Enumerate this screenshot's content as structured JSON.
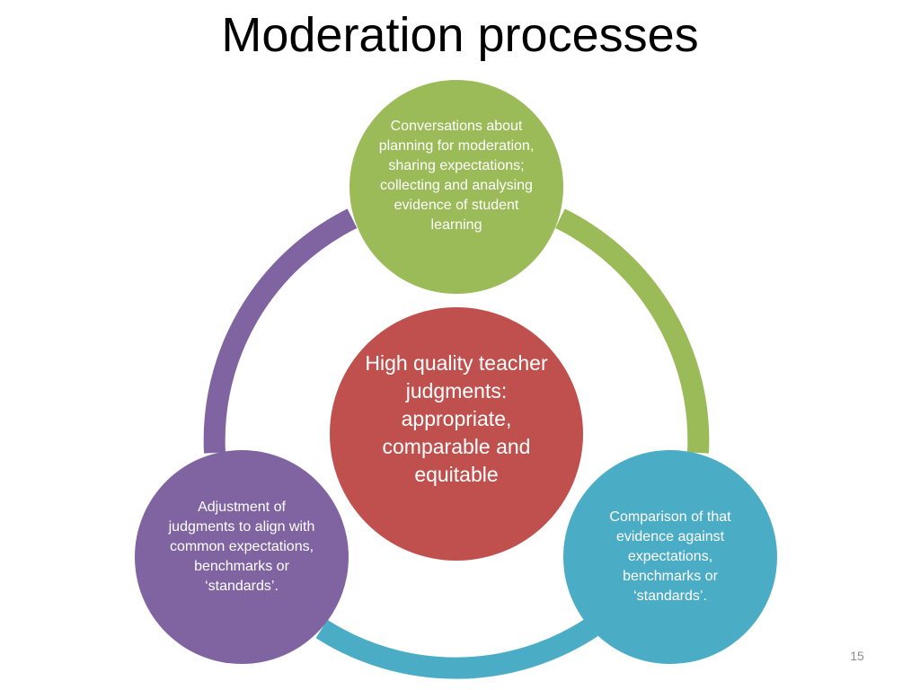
{
  "slide": {
    "title": "Moderation processes",
    "number": "15"
  },
  "colors": {
    "top": "#9BBB59",
    "center": "#C0504D",
    "left": "#8064A2",
    "right": "#4BACC6"
  },
  "nodes": {
    "top": {
      "text": "Conversations about planning for moderation, sharing expectations; collecting and analysing evidence of student learning"
    },
    "center": {
      "text": "High quality teacher judgments: appropriate, comparable and equitable"
    },
    "right": {
      "text": "Comparison of that evidence against expectations, benchmarks or ‘standards’."
    },
    "left": {
      "text": "Adjustment of judgments to align with common expectations, benchmarks or ‘standards’."
    }
  }
}
